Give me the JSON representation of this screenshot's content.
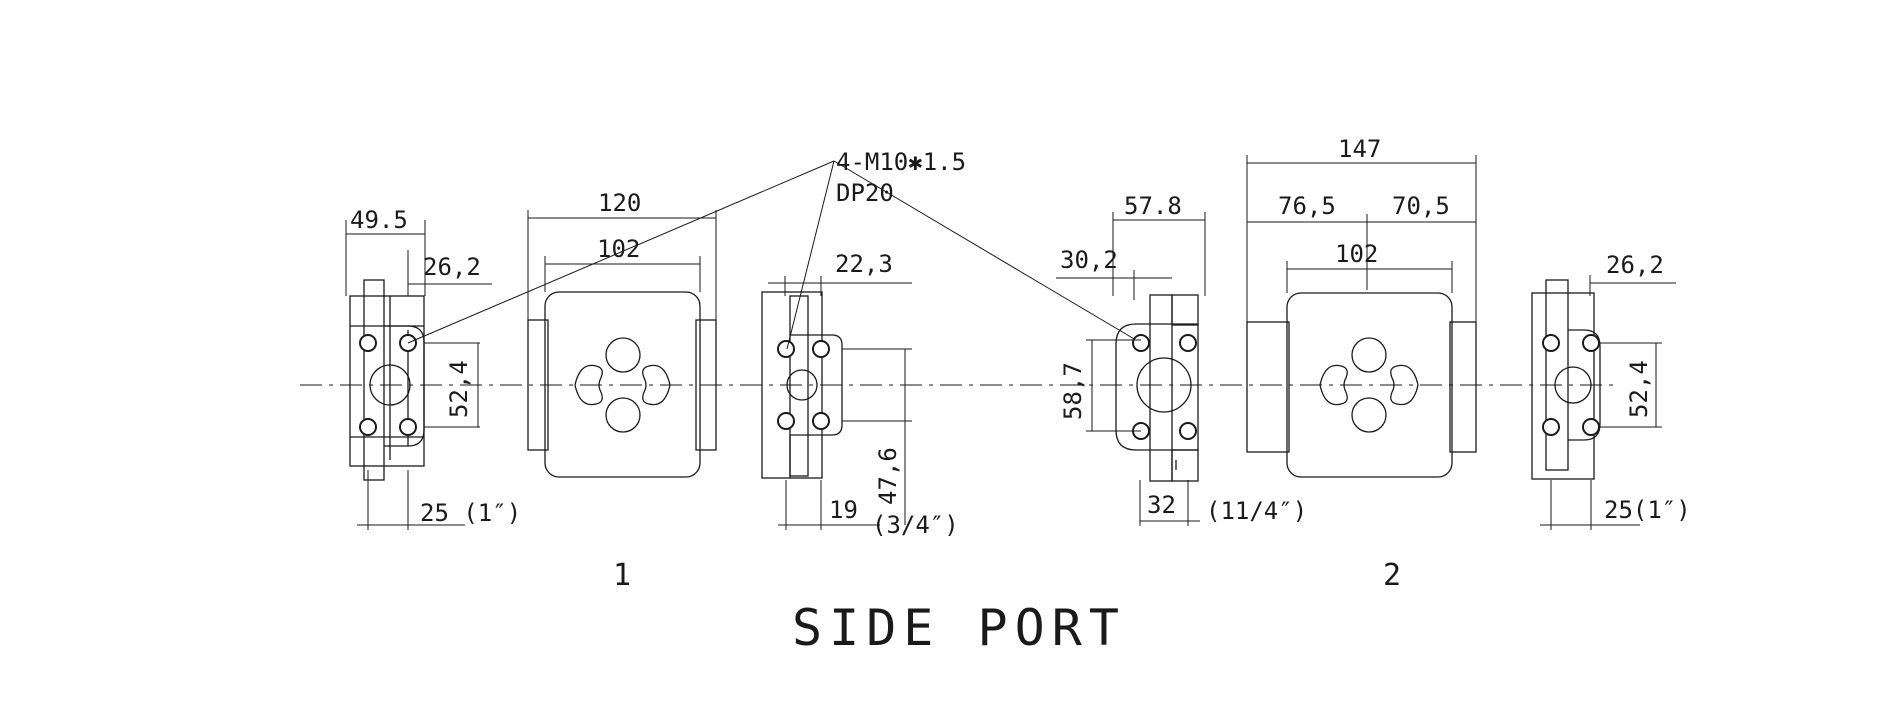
{
  "title": "SIDE PORT",
  "callout": {
    "line1": "4-M10✱1.5",
    "line2": "DP20"
  },
  "pump1": {
    "label": "1",
    "dims": {
      "a": "49.5",
      "b": "26,2",
      "c": "52,4",
      "d": "25 (1″)",
      "e": "120",
      "f": "102",
      "g": "22,3",
      "h": "47,6",
      "i": "19",
      "j": "(3/4″)"
    }
  },
  "pump2": {
    "label": "2",
    "dims": {
      "a": "57.8",
      "b": "30,2",
      "c": "58,7",
      "d": "32",
      "e": "(11/4″)",
      "f": "147",
      "g": "76,5",
      "h": "70,5",
      "i": "102",
      "j": "26,2",
      "k": "52,4",
      "l": "25(1″)"
    }
  }
}
